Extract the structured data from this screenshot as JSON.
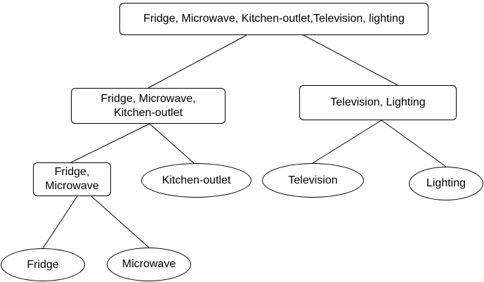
{
  "nodes": {
    "root": "Fridge, Microwave, Kitchen-outlet,Television, lighting",
    "group_kitchen": "Fridge, Microwave, Kitchen-outlet",
    "group_media": "Television, Lighting",
    "group_appliances": "Fridge, Microwave",
    "leaf_kitchen_outlet": "Kitchen-outlet",
    "leaf_television": "Television",
    "leaf_lighting": "Lighting",
    "leaf_fridge": "Fridge",
    "leaf_microwave": "Microwave"
  },
  "edges": [
    {
      "from": "root",
      "to": "group_kitchen"
    },
    {
      "from": "root",
      "to": "group_media"
    },
    {
      "from": "group_kitchen",
      "to": "group_appliances"
    },
    {
      "from": "group_kitchen",
      "to": "leaf_kitchen_outlet"
    },
    {
      "from": "group_media",
      "to": "leaf_television"
    },
    {
      "from": "group_media",
      "to": "leaf_lighting"
    },
    {
      "from": "group_appliances",
      "to": "leaf_fridge"
    },
    {
      "from": "group_appliances",
      "to": "leaf_microwave"
    }
  ],
  "colors": {
    "stroke": "#000000",
    "fill": "#ffffff",
    "text": "#000000"
  }
}
